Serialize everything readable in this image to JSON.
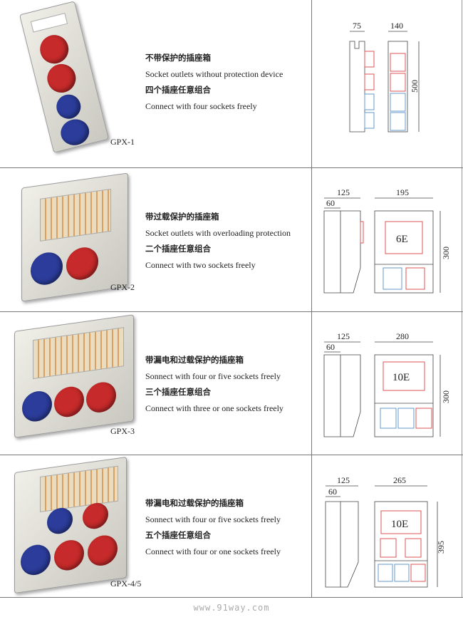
{
  "products": [
    {
      "model": "GPX-1",
      "title_cn": "不带保护的插座箱",
      "title_en": "Socket outlets without protection device",
      "combo_cn": "四个插座任意组合",
      "combo_en": "Connect with four sockets freely",
      "dims": {
        "side": "75",
        "front": "140",
        "height": "500"
      }
    },
    {
      "model": "GPX-2",
      "title_cn": "带过载保护的插座箱",
      "title_en": "Socket outlets with overloading protection",
      "combo_cn": "二个插座任意组合",
      "combo_en": "Connect with two sockets freely",
      "dims": {
        "side": "125",
        "inner": "60",
        "front": "195",
        "height": "300",
        "panel": "6E"
      }
    },
    {
      "model": "GPX-3",
      "title_cn": "带漏电和过载保护的插座箱",
      "title_en": "Sonnect with four or five sockets freely",
      "combo_cn": "三个插座任意组合",
      "combo_en": "Connect with three or one sockets freely",
      "dims": {
        "side": "125",
        "inner": "60",
        "front": "280",
        "height": "300",
        "panel": "10E"
      }
    },
    {
      "model": "GPX-4/5",
      "title_cn": "带漏电和过载保护的插座箱",
      "title_en": "Sonnect with four or five sockets freely",
      "combo_cn": "五个插座任意组合",
      "combo_en": "Connect with four or one sockets freely",
      "dims": {
        "side": "125",
        "inner": "60",
        "front": "265",
        "height": "395",
        "panel": "10E"
      }
    }
  ],
  "watermark": "www.91way.com"
}
